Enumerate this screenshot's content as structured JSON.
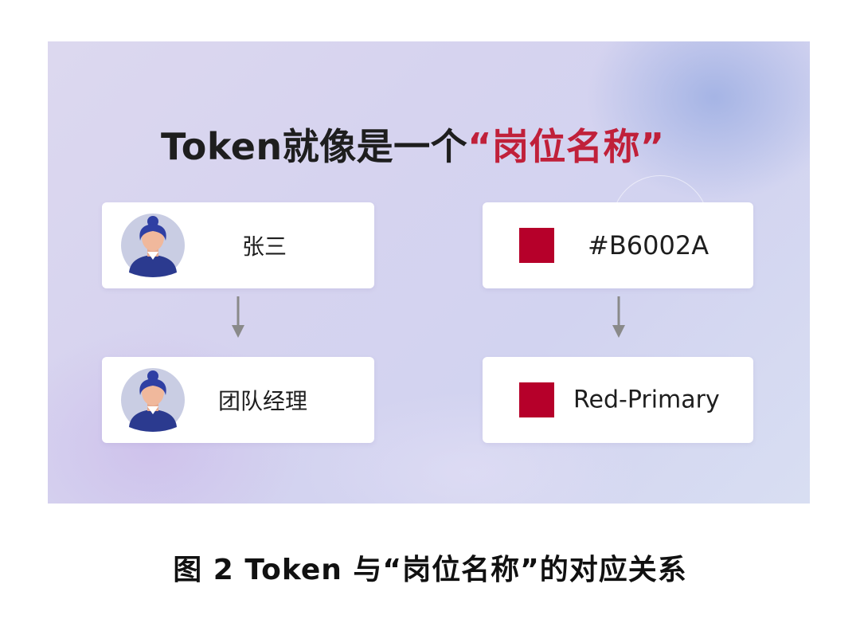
{
  "headline": {
    "prefix": "Token就像是一个",
    "highlight": "“岗位名称”"
  },
  "left_column": {
    "top_card": {
      "label": "张三",
      "icon": "person-avatar-icon"
    },
    "bottom_card": {
      "label": "团队经理",
      "icon": "person-avatar-icon"
    }
  },
  "right_column": {
    "top_card": {
      "label": "#B6002A",
      "icon": "color-swatch-icon"
    },
    "bottom_card": {
      "label": "Red-Primary",
      "icon": "color-swatch-icon"
    }
  },
  "colors": {
    "highlight_text": "#c0203a",
    "swatch": "#B6002A",
    "arrow": "#8a8a8a"
  },
  "caption": "图 2 Token 与“岗位名称”的对应关系"
}
